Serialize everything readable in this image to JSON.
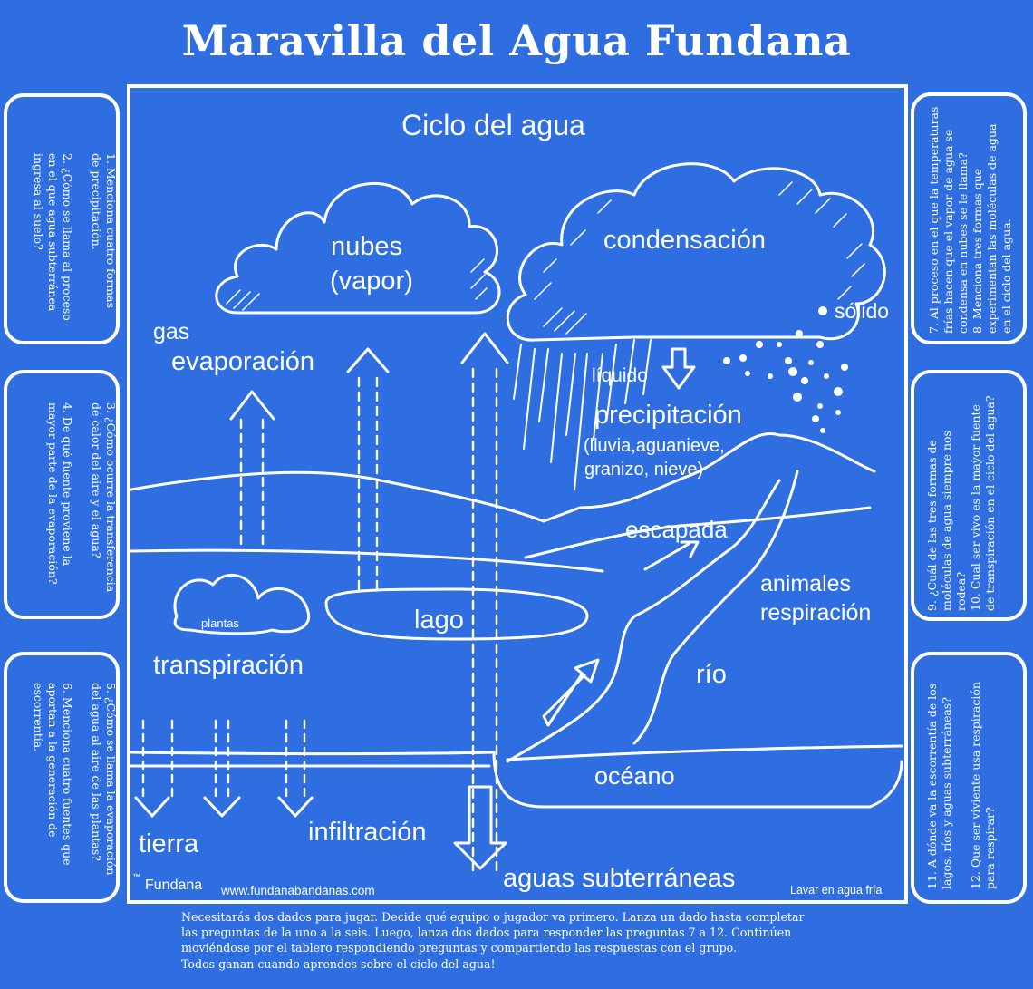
{
  "title": "Maravilla del  Agua Fundana",
  "board": {
    "heading": "Ciclo del agua",
    "labels": {
      "nubes": "nubes",
      "vapor": "(vapor)",
      "condensacion": "condensación",
      "solido": "sólido",
      "gas": "gas",
      "evaporacion": "evaporación",
      "liquido": "líquido",
      "precipitacion": "precipitación",
      "precip_detail_1": "(lluvia,aguanieve,",
      "precip_detail_2": "granizo, nieve)",
      "escapada": "escapada",
      "animales": "animales",
      "respiracion": "respiración",
      "plantas": "plantas",
      "lago": "lago",
      "transpiracion": "transpiración",
      "rio": "río",
      "oceano": "océano",
      "tierra": "tierra",
      "infiltracion": "infiltración",
      "aguas": "aguas subterráneas"
    },
    "footer": {
      "brand_tm": "™",
      "brand": "Fundana",
      "website": "www.fundanabandanas.com",
      "care": "Lavar en agua fría"
    }
  },
  "questions": {
    "left_top": [
      "1. Menciona cuatro formas",
      "de precipitación.",
      "",
      "2. ¿Cómo se llama al proceso",
      "en el que agua subterránea",
      "ingresa al suelo?"
    ],
    "left_middle": [
      "3. ¿Cómo ocurre la transferencia",
      "de calor del aire y el agua?",
      "",
      "4. De qué fuente proviene la",
      "mayor parte de la evaporación?"
    ],
    "left_bottom": [
      "5. ¿Cómo se llama la evaporación",
      "del agua al aire de las plantas?",
      "",
      "6. Menciona cuatro fuentes que",
      "aportan a la generación de",
      "escorrentía."
    ],
    "right_top": [
      "7. Al proceso en el que la temperaturas",
      "frías hacen que el vapor de agua se",
      "condensa en nubes se le llama?",
      "8. Menciona tres formas que",
      "experimentan las moléculas de agua",
      "en el ciclo del agua."
    ],
    "right_middle": [
      "9. ¿Cuál de las tres formas de",
      "moléculas de agua siempre nos",
      "rodea?",
      "10. Cual ser vivo es la mayor fuente",
      "de transpiración en el ciclo del agua?"
    ],
    "right_bottom": [
      "11. A dónde va la escorrentía de los",
      "lagos, ríos y aguas subterráneas?",
      "",
      "12. Que ser viviente usa respiración",
      "para respirar?"
    ]
  },
  "instructions": [
    "Necesitarás dos dados para jugar.  Decide qué equipo o jugador va primero. Lanza un dado hasta completar",
    "las preguntas de la uno a la seis.  Luego, lanza dos dados para responder las preguntas 7 a 12.  Continúen",
    "moviéndose por el tablero respondiendo preguntas y compartiendo las respuestas con el grupo.",
    "Todos ganan cuando aprendes sobre el ciclo del agua!"
  ],
  "colors": {
    "background": "#2f6ee0",
    "ink": "#ffffff"
  }
}
